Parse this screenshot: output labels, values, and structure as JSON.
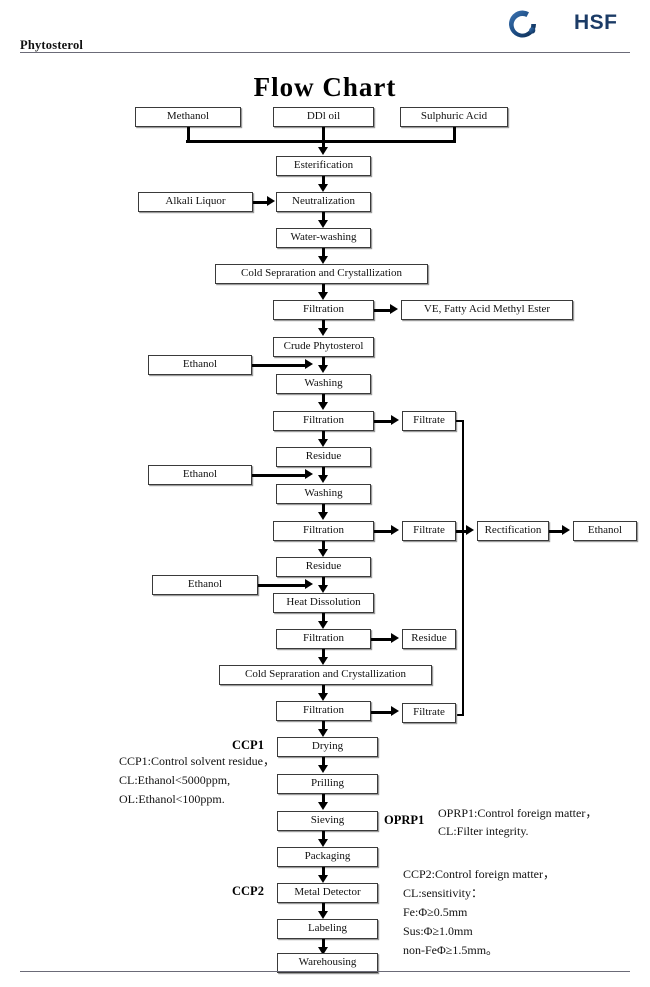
{
  "header": {
    "title": "Phytosterol",
    "logo_text": "HSF",
    "logo_icon": "hsf-droplet-logo",
    "logo_color": "#1b3b66"
  },
  "chart": {
    "title": "Flow  Chart"
  },
  "nodes": {
    "methanol": "Methanol",
    "ddl_oil": "DDl oil",
    "sulphuric_acid": "Sulphuric Acid",
    "esterification": "Esterification",
    "alkali_liquor": "Alkali Liquor",
    "neutralization": "Neutralization",
    "water_washing": "Water-washing",
    "cold_sep_1": "Cold Sepraration and Crystallization",
    "filtration_1": "Filtration",
    "ve_fame": "VE, Fatty Acid Methyl Ester",
    "crude_phytosterol": "Crude Phytosterol",
    "ethanol_1": "Ethanol",
    "washing_1": "Washing",
    "filtration_2": "Filtration",
    "filtrate_1": "Filtrate",
    "residue_1": "Residue",
    "ethanol_2": "Ethanol",
    "washing_2": "Washing",
    "filtration_3": "Filtration",
    "filtrate_2": "Filtrate",
    "rectification": "Rectification",
    "ethanol_out": "Ethanol",
    "residue_2": "Residue",
    "ethanol_3": "Ethanol",
    "heat_dissolution": "Heat Dissolution",
    "filtration_4": "Filtration",
    "residue_3": "Residue",
    "cold_sep_2": "Cold Sepraration and Crystallization",
    "filtration_5": "Filtration",
    "filtrate_3": "Filtrate",
    "drying": "Drying",
    "prilling": "Prilling",
    "sieving": "Sieving",
    "packaging": "Packaging",
    "metal_detector": "Metal Detector",
    "labeling": "Labeling",
    "warehousing": "Warehousing"
  },
  "tags": {
    "ccp1": "CCP1",
    "oprp1": "OPRP1",
    "ccp2": "CCP2"
  },
  "notes": {
    "ccp1_line1": "CCP1:Control solvent residue，",
    "ccp1_line2": "CL:Ethanol<5000ppm,",
    "ccp1_line3": "OL:Ethanol<100ppm.",
    "oprp1_line1": "OPRP1:Control foreign matter，",
    "oprp1_line2": "CL:Filter integrity.",
    "ccp2_line1": "CCP2:Control  foreign  matter，",
    "ccp2_line2": "CL:sensitivity：",
    "ccp2_line3": "Fe:Φ≥0.5mm",
    "ccp2_line4": "Sus:Φ≥1.0mm",
    "ccp2_line5": "non-FeΦ≥1.5mm。"
  }
}
